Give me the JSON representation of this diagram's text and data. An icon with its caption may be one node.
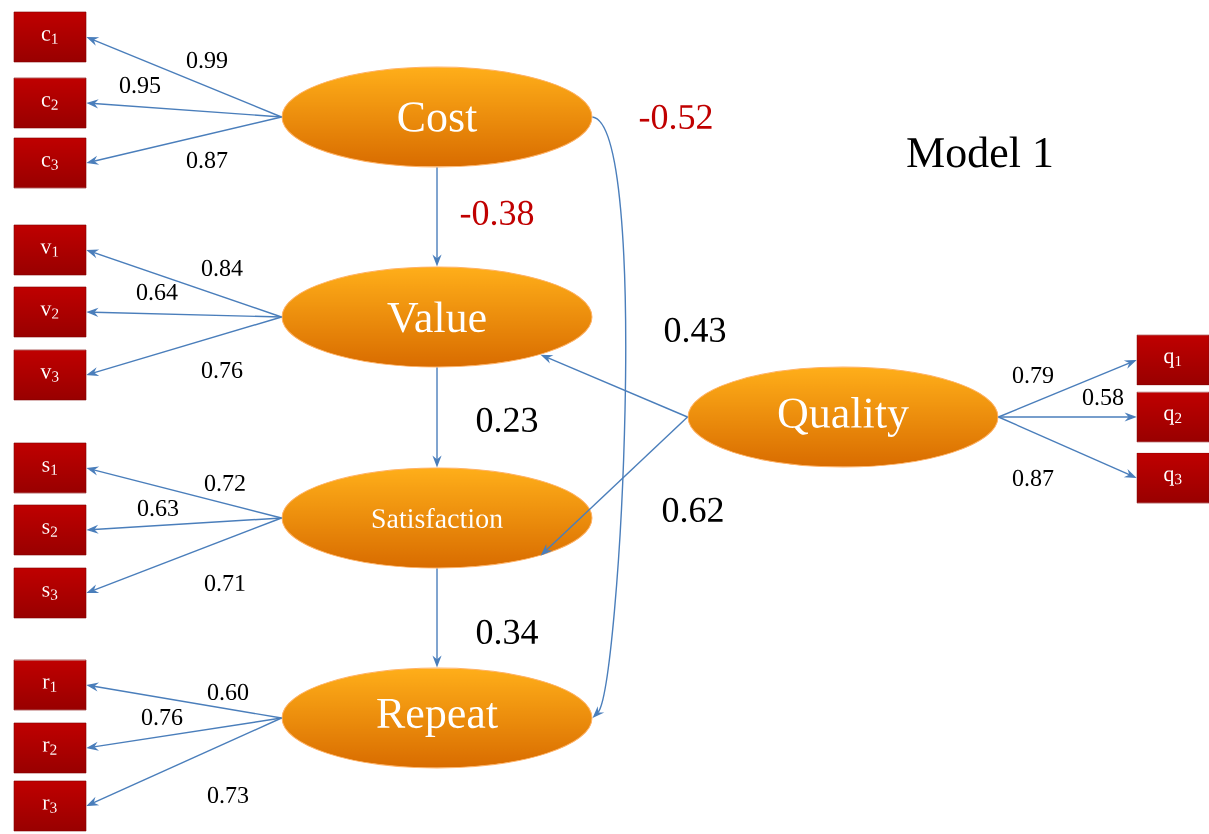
{
  "diagram": {
    "nodes": [
      {
        "text": [
          "Cost"
        ]
      },
      {
        "text": [
          "Value"
        ]
      },
      {
        "text": [
          "Satisfaction"
        ]
      },
      {
        "text": [
          "Repeat"
        ]
      },
      {
        "text": [
          "Quality"
        ]
      },
      {
        "text": [
          "c$_{1}$"
        ]
      },
      {
        "text": [
          "c$_{2}$"
        ]
      },
      {
        "text": [
          "c$_{3}$"
        ]
      },
      {
        "text": [
          "v$_{1}$"
        ]
      },
      {
        "text": [
          "v$_{2}$"
        ]
      },
      {
        "text": [
          "v$_{3}$"
        ]
      },
      {
        "text": [
          "s$_{1}$"
        ]
      },
      {
        "text": [
          "s$_{2}$"
        ]
      },
      {
        "text": [
          "s$_{3}$"
        ]
      },
      {
        "text": [
          "r$_{1}$"
        ]
      },
      {
        "text": [
          "r$_{2}$"
        ]
      },
      {
        "text": [
          "r$_{3}$"
        ]
      },
      {
        "text": [
          "q$_{1}$"
        ]
      },
      {
        "text": [
          "q$_{2}$"
        ]
      },
      {
        "text": [
          "q$_{3}$"
        ]
      }
    ],
    "edges": [
      {
        "from": 0,
        "to": 5,
        "arrow": "to",
        "label": "0.99"
      },
      {
        "from": 0,
        "to": 6,
        "arrow": "to",
        "label": "0.95"
      },
      {
        "from": 0,
        "to": 7,
        "arrow": "to",
        "label": "0.87"
      },
      {
        "from": 1,
        "to": 8,
        "arrow": "to",
        "label": "0.84"
      },
      {
        "from": 1,
        "to": 9,
        "arrow": "to",
        "label": "0.64"
      },
      {
        "from": 1,
        "to": 10,
        "arrow": "to",
        "label": "0.76"
      },
      {
        "from": 2,
        "to": 11,
        "arrow": "to",
        "label": "0.72"
      },
      {
        "from": 2,
        "to": 12,
        "arrow": "to",
        "label": "0.63"
      },
      {
        "from": 2,
        "to": 13,
        "arrow": "to",
        "label": "0.71"
      },
      {
        "from": 3,
        "to": 14,
        "arrow": "to",
        "label": "0.60"
      },
      {
        "from": 3,
        "to": 15,
        "arrow": "to",
        "label": "0.76"
      },
      {
        "from": 3,
        "to": 16,
        "arrow": "to",
        "label": "0.73"
      },
      {
        "from": 0,
        "to": 1,
        "arrow": "to",
        "label": "-0.38"
      },
      {
        "from": 0,
        "to": 3,
        "arrow": "to",
        "label": "-0.52"
      },
      {
        "from": 1,
        "to": 2,
        "arrow": "to",
        "label": "0.23"
      },
      {
        "from": 2,
        "to": 3,
        "arrow": "to",
        "label": "0.34"
      },
      {
        "from": 4,
        "to": 1,
        "arrow": "to",
        "label": "0.43"
      },
      {
        "from": 4,
        "to": 2,
        "arrow": "to",
        "label": "0.62"
      },
      {
        "from": 4,
        "to": 17,
        "arrow": "to",
        "label": "0.79"
      },
      {
        "from": 4,
        "to": 18,
        "arrow": "to",
        "label": "0.58"
      },
      {
        "from": 4,
        "to": 19,
        "arrow": "to",
        "label": "0.87"
      }
    ],
    "labels": [
      "Model 1"
    ]
  }
}
